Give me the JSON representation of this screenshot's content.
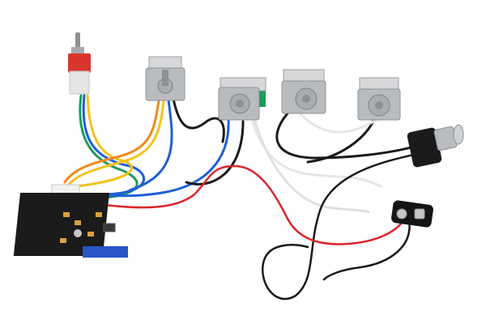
{
  "scene": {
    "background": "#ffffff",
    "subject": "bass-guitar-active-preamp-wiring-harness",
    "components": [
      {
        "kind": "toggle-switch",
        "icon": "mini-toggle-switch-icon",
        "count": 1
      },
      {
        "kind": "potentiometer",
        "icon": "potentiometer-icon",
        "count": 4
      },
      {
        "kind": "preamp-circuit-board",
        "icon": "circuit-board-icon",
        "count": 1
      },
      {
        "kind": "output-jack",
        "icon": "jack-socket-icon",
        "count": 1
      },
      {
        "kind": "battery-snap-9v",
        "icon": "battery-snap-icon",
        "count": 1
      }
    ],
    "wire_colors": {
      "red": "#d8262b",
      "black": "#1a1a1a",
      "white": "#f2f2f2",
      "blue": "#1f5fd6",
      "green": "#1e9b5a",
      "orange": "#ef8a1f",
      "yellow": "#f2c21b"
    },
    "metal_color": "#b9bcbf",
    "board_color": "#1b1b1b",
    "switch_body_color": "#d9352f"
  }
}
